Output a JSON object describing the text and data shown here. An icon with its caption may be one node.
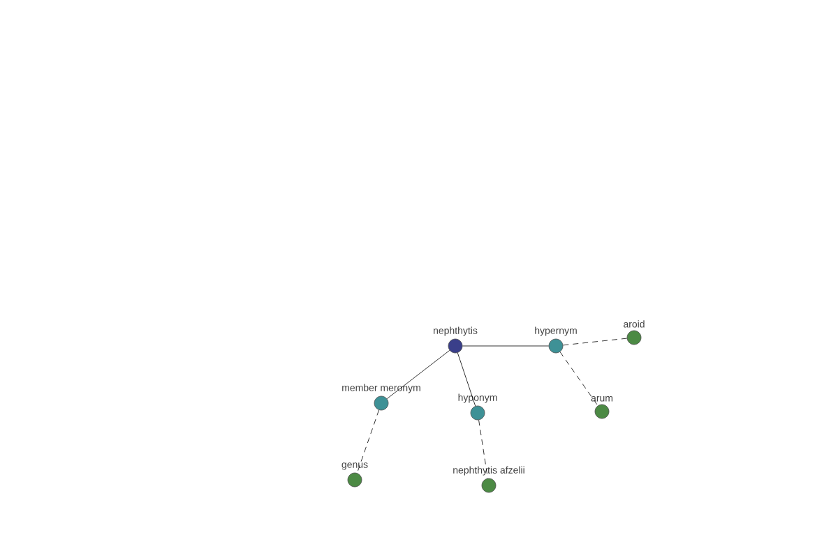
{
  "diagram": {
    "nodes": [
      {
        "text": [
          "nephthytis"
        ]
      },
      {
        "text": [
          "hypernym"
        ]
      },
      {
        "text": [
          "aroid"
        ]
      },
      {
        "text": [
          "arum"
        ]
      },
      {
        "text": [
          "member meronym"
        ]
      },
      {
        "text": [
          "genus"
        ]
      },
      {
        "text": [
          "hyponym"
        ]
      },
      {
        "text": [
          "nephthytis afzelii"
        ]
      }
    ],
    "edges": [
      {
        "from": 0,
        "to": 1,
        "arrow": "none"
      },
      {
        "from": 1,
        "to": 2,
        "arrow": "none",
        "style": "dashed"
      },
      {
        "from": 1,
        "to": 3,
        "arrow": "none",
        "style": "dashed"
      },
      {
        "from": 0,
        "to": 4,
        "arrow": "none"
      },
      {
        "from": 4,
        "to": 5,
        "arrow": "none",
        "style": "dashed"
      },
      {
        "from": 0,
        "to": 6,
        "arrow": "none"
      },
      {
        "from": 6,
        "to": 7,
        "arrow": "none",
        "style": "dashed"
      }
    ]
  }
}
